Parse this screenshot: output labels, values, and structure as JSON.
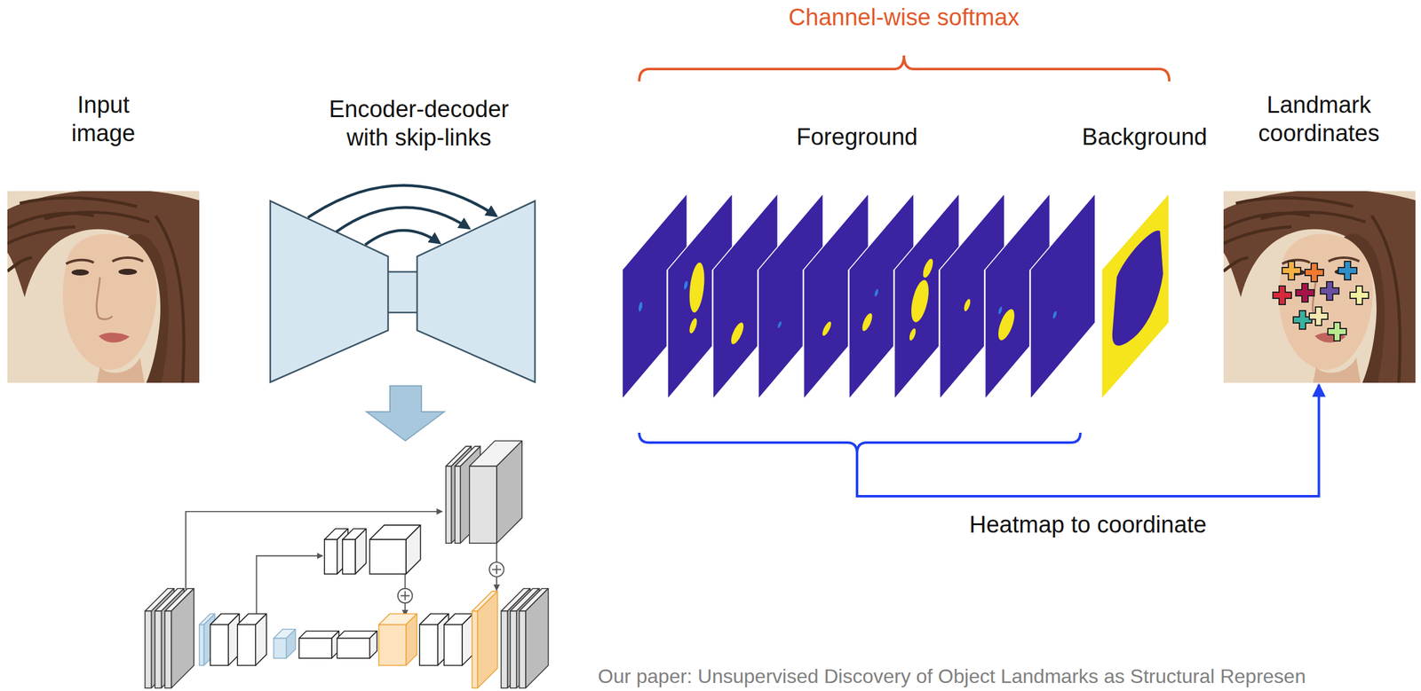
{
  "diagram": {
    "caption": "Our paper: Unsupervised Discovery of Object Landmarks as Structural Represen",
    "nodes": [
      {
        "text": [
          "Input image"
        ]
      },
      {
        "text": [
          "Encoder-decoder with skip-links"
        ]
      },
      {
        "text": [
          "Foreground"
        ]
      },
      {
        "text": [
          "Background"
        ]
      },
      {
        "text": [
          "Landmark coordinates"
        ]
      }
    ],
    "edges": [
      {
        "from": 2,
        "to": 4,
        "arrow": "to",
        "label": "Heatmap to coordinate"
      }
    ],
    "labels": [
      "Channel-wise softmax"
    ]
  }
}
